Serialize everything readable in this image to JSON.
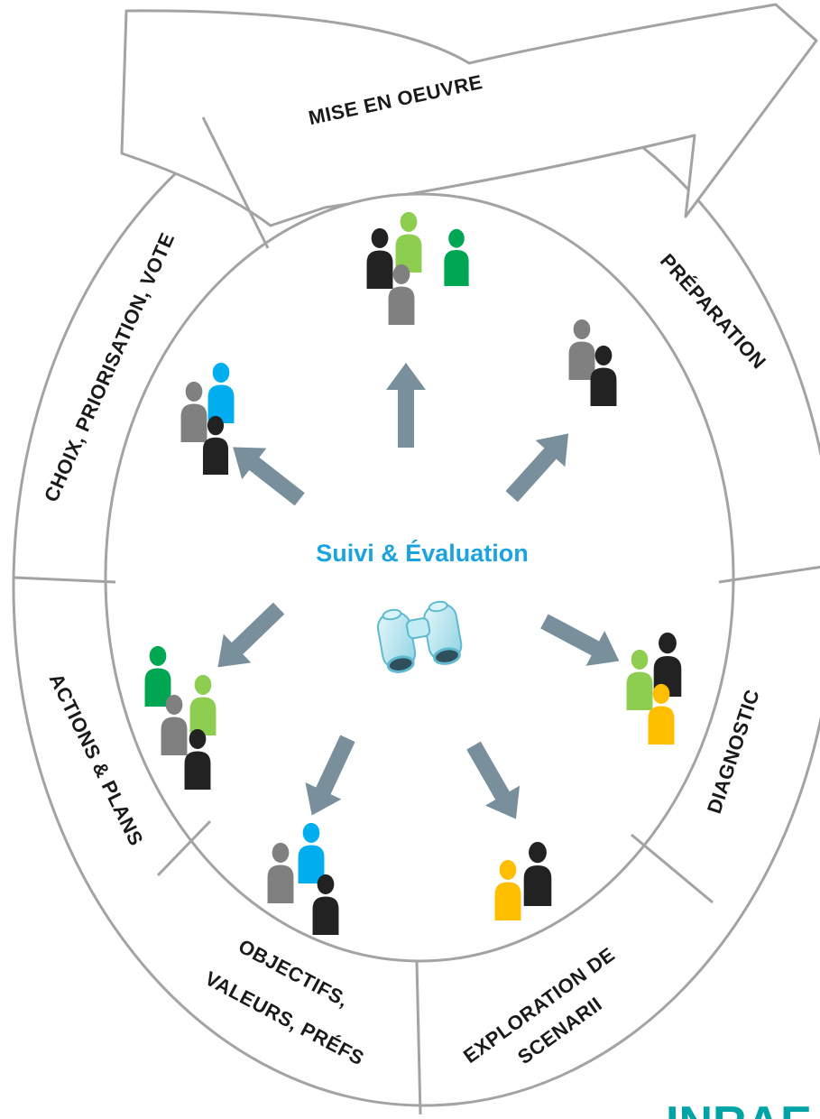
{
  "segments": {
    "mise_en_oeuvre": "MISE EN OEUVRE",
    "preparation": "PRÉPARATION",
    "choix": "CHOIX, PRIORISATION, VOTE",
    "actions": "ACTIONS & PLANS",
    "objectifs_line1": "OBJECTIFS,",
    "objectifs_line2": "VALEURS, PRÉFS",
    "exploration_line1": "EXPLORATION DE",
    "exploration_line2": "SCENARII",
    "diagnostic": "DIAGNOSTIC"
  },
  "center": {
    "title": "Suivi & Évaluation",
    "icon": "binoculars-icon"
  },
  "logo": {
    "text": "INRAE"
  },
  "colors": {
    "outline": "#a3a3a3",
    "arrow": "#7a8f9c",
    "title": "#1aa3df",
    "logo": "#00a3a6",
    "person_black": "#222222",
    "person_gray": "#808080",
    "person_lightgreen": "#8dcd4f",
    "person_green": "#00a651",
    "person_blue": "#00aeef",
    "person_yellow": "#ffbf00"
  }
}
